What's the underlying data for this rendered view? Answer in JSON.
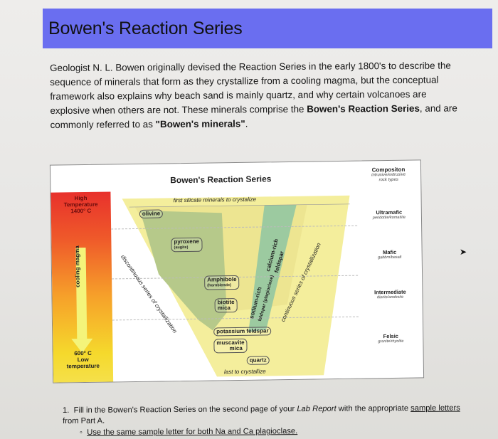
{
  "title": "Bowen's Reaction Series",
  "para": {
    "intro": "Geologist N. L. Bowen originally devised the Reaction Series in the early 1800's to describe the sequence of minerals that form as they crystallize from a cooling magma, but the conceptual framework also explains why beach sand is mainly quartz, and why certain volcanoes are explosive when others are not. These minerals comprise the ",
    "bold1": "Bowen's Reaction Series",
    "mid": ", and are commonly referred to as ",
    "bold2": "\"Bowen's minerals\"",
    "end": "."
  },
  "diagram": {
    "title": "Bowen's Reaction Series",
    "composition_header": "Compositon",
    "composition_sub1": "intrusive/extrusive",
    "composition_sub2": "rock types",
    "high_temp_1": "High",
    "high_temp_2": "Temperature",
    "high_temp_3": "1400° C",
    "cooling_magma": "cooling magma",
    "low_temp_1": "600° C",
    "low_temp_2": "Low",
    "low_temp_3": "temperature",
    "first_minerals": "first silicate minerals to crystalize",
    "last_minerals": "last to crystallize",
    "olivine": "olivine",
    "pyroxene": "pyroxene",
    "augite": "(augite)",
    "amphibole": "Amphibole",
    "hornblende": "(hornblende)",
    "biotite": "biotite",
    "mica1": "mica",
    "potassium_feldspar": "potassium feldspar",
    "muscovite": "muscavite",
    "mica2": "mica",
    "quartz": "quartz",
    "discontinuous": "discontinuous series of crystallization",
    "continuous": "continuous series of crystallization",
    "calcium_rich": "calcium-rich",
    "feldspar1": "feldspar",
    "sodium_rich": "sodium-rich",
    "feldspar2": "feldspar (plagioclase)",
    "ultramafic": "Ultramafic",
    "ultramafic_rocks": "peridotite/komatiite",
    "mafic": "Mafic",
    "mafic_rocks": "gabbro/basalt",
    "intermediate": "Intermediate",
    "intermediate_rocks": "diorite/andesite",
    "felsic": "Felsic",
    "felsic_rocks": "granite/rhyolite"
  },
  "question": {
    "num": "1.",
    "part1": "Fill in the Bowen's Reaction Series on the second page of your ",
    "lab": "Lab Report",
    "part2": " with the appropriate ",
    "sample": "sample letters",
    "part3": " from Part A.",
    "bullet": "Use the same sample letter for both Na and Ca plagioclase."
  },
  "colors": {
    "header_band": "#6a6ef0",
    "yellow_area": "#f4ee9c",
    "green_area": "#b6c98a"
  }
}
